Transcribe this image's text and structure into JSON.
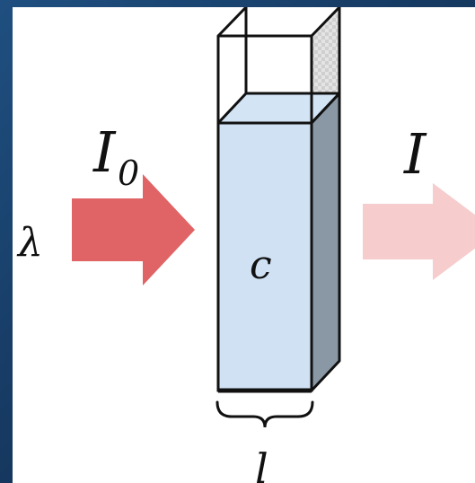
{
  "labels": {
    "incident_intensity": "I",
    "incident_subscript": "0",
    "transmitted_intensity": "I",
    "wavelength": "λ",
    "concentration": "c",
    "path_length": "l"
  },
  "colors": {
    "background": "#1a3e66",
    "panel": "#ffffff",
    "incident_arrow": "#e06466",
    "transmitted_arrow": "#f6cccd",
    "liquid_front": "#cfe1f3",
    "liquid_side": "#8a98a6",
    "outline": "#111111"
  }
}
